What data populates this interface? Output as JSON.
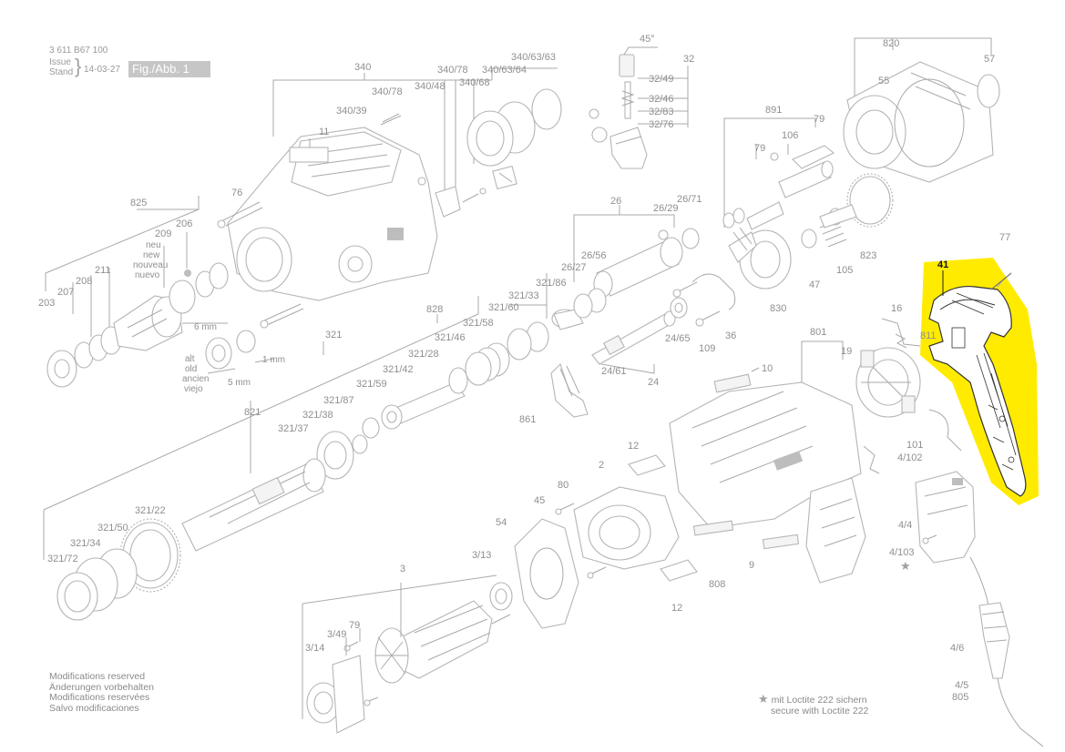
{
  "header": {
    "doc_number": "3 611 B67 100",
    "issue_label_1": "Issue",
    "issue_label_2": "Stand",
    "issue_date": "14-03-27",
    "figure_label": "Fig./Abb. 1"
  },
  "callouts": {
    "p340": "340",
    "p340_78a": "340/78",
    "p340_48": "340/48",
    "p340_39": "340/39",
    "p340_78b": "340/78",
    "p340_63_64": "340/63/64",
    "p340_63_63": "340/63/63",
    "p340_68": "340/68",
    "p11": "11",
    "p76": "76",
    "p825": "825",
    "p209": "209",
    "p206": "206",
    "neu": "neu",
    "new": "new",
    "nouveau": "nouveau",
    "nuevo": "nuevo",
    "p211": "211",
    "p208": "208",
    "p207": "207",
    "p203": "203",
    "alt": "alt",
    "old": "old",
    "ancien": "ancien",
    "viejo": "viejo",
    "mm6": "6 mm",
    "mm5": "5 mm",
    "mm1": "1 mm",
    "p45deg": "45°",
    "p32": "32",
    "p32_49": "32/49",
    "p32_46": "32/46",
    "p32_83": "32/83",
    "p32_76": "32/76",
    "p26": "26",
    "p26_29": "26/29",
    "p26_71": "26/71",
    "p26_56": "26/56",
    "p26_27": "26/27",
    "p321_86": "321/86",
    "p321_33": "321/33",
    "p321_60": "321/60",
    "p321_58": "321/58",
    "p321_46": "321/46",
    "p321_28": "321/28",
    "p321_42": "321/42",
    "p321_59": "321/59",
    "p828": "828",
    "p321": "321",
    "p321_87": "321/87",
    "p321_38": "321/38",
    "p321_37": "321/37",
    "p821": "821",
    "p321_22": "321/22",
    "p321_50": "321/50",
    "p321_34": "321/34",
    "p321_72": "321/72",
    "p891": "891",
    "p79a": "79",
    "p106": "106",
    "p79b": "79",
    "p820": "820",
    "p57": "57",
    "p55": "55",
    "p823": "823",
    "p105": "105",
    "p47": "47",
    "p830": "830",
    "p36": "36",
    "p24_65": "24/65",
    "p109": "109",
    "p24_61": "24/61",
    "p24": "24",
    "p861": "861",
    "p77": "77",
    "p41": "41",
    "p16": "16",
    "p811": "811",
    "p801": "801",
    "p19": "19",
    "p10": "10",
    "p101": "101",
    "p4_102": "4/102",
    "p4_4": "4/4",
    "p4_103": "4/103",
    "p12a": "12",
    "p2": "2",
    "p80": "80",
    "p45": "45",
    "p54": "54",
    "p3_13": "3/13",
    "p808": "808",
    "p9": "9",
    "p12b": "12",
    "p3": "3",
    "p79c": "79",
    "p3_49": "3/49",
    "p3_14": "3/14",
    "p4_6": "4/6",
    "p4_5": "4/5",
    "p805": "805"
  },
  "footer": {
    "modifications": [
      "Modifications reserved",
      "Änderungen vorbehalten",
      "Modifications reservées",
      "Salvo modificaciones"
    ],
    "loctite_star": "★",
    "loctite_de": "mit Loctite 222 sichern",
    "loctite_en": "secure with Loctite 222"
  },
  "highlight": {
    "part": "41",
    "color": "#ffeb00"
  }
}
